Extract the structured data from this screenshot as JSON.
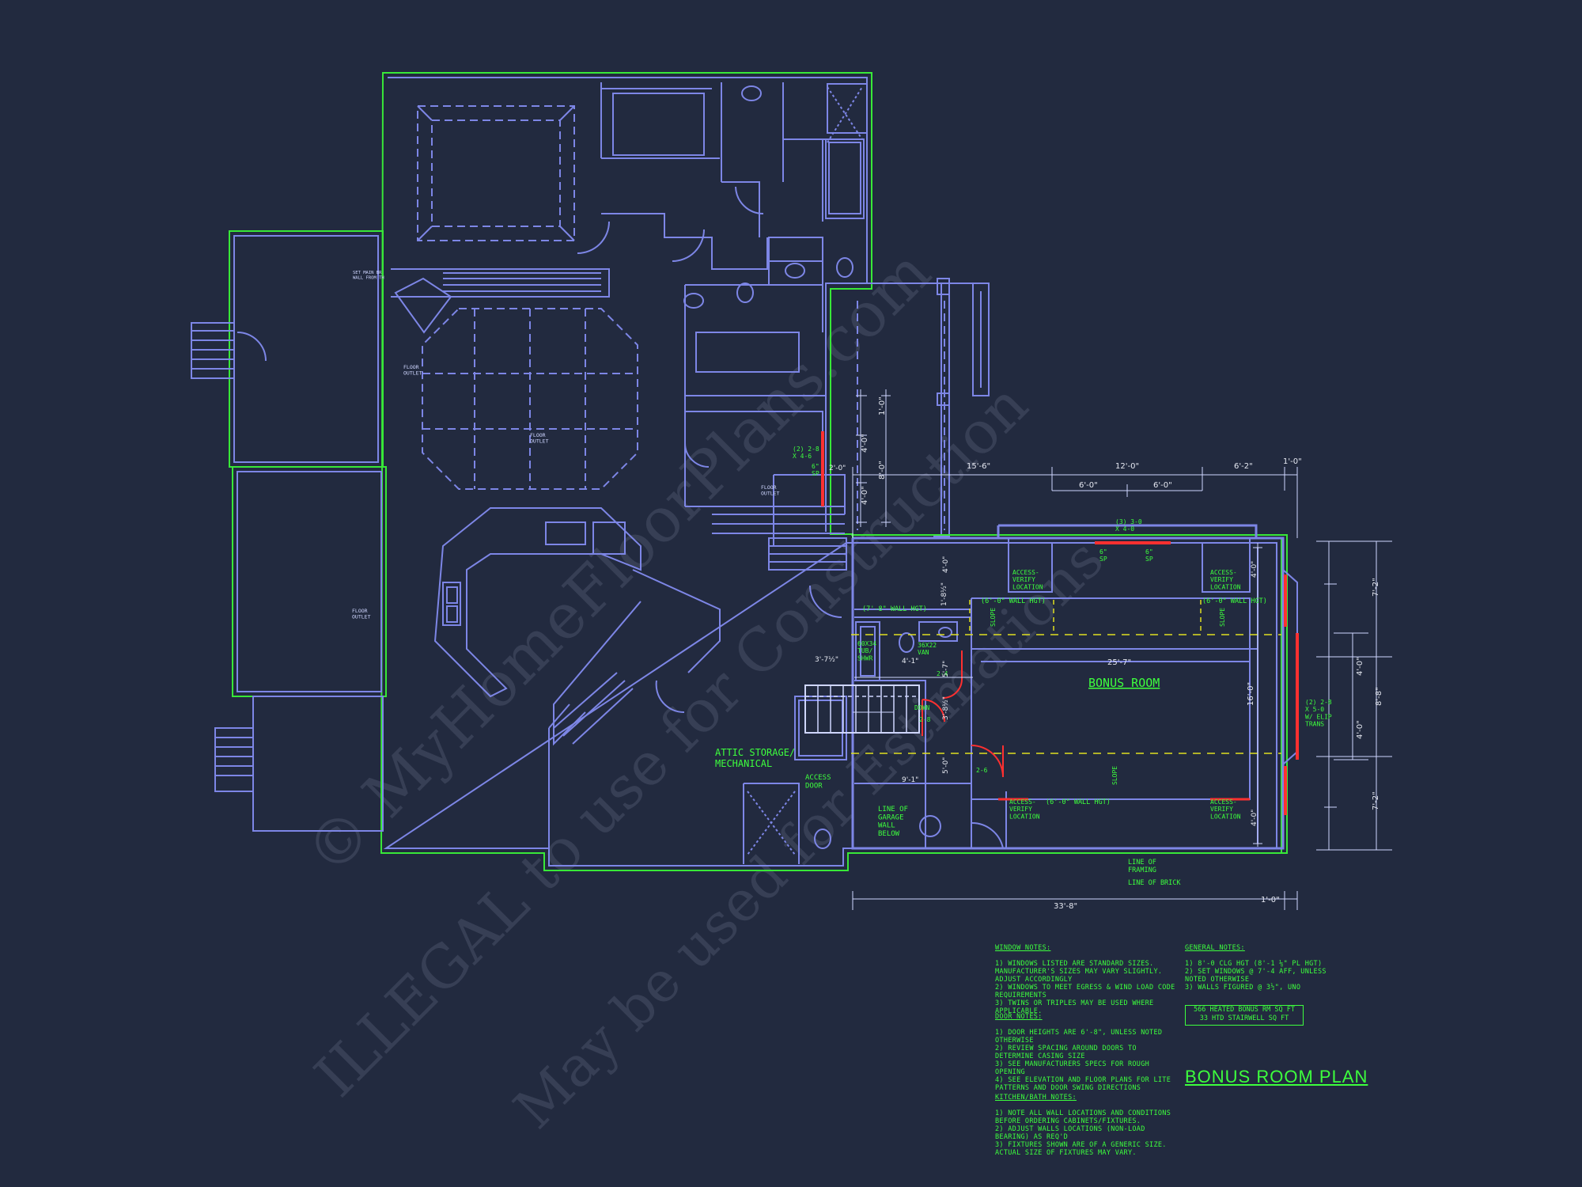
{
  "watermark": {
    "line1": "© MyHomeFloorPlans.com",
    "line2": "ILLEGAL to use for Construction",
    "line3": "May be used for Estimations"
  },
  "colors": {
    "background": "#222a3f",
    "wall": "#7d86e6",
    "exterior_line": "#38e838",
    "label": "#3dff3d",
    "window_highlight": "#ff3030"
  },
  "rooms": {
    "bonus_room": "BONUS ROOM",
    "attic_storage": "ATTIC STORAGE/\nMECHANICAL",
    "access_door": "ACCESS\nDOOR",
    "line_of_garage_wall": "LINE OF\nGARAGE\nWALL\nBELOW",
    "line_of_framing": "LINE OF\nFRAMING",
    "line_of_brick": "LINE OF BRICK",
    "tub_label": "60X34\nTUB/\nSHWR",
    "van_label": "36X22\nVAN",
    "down": "DOWN"
  },
  "floor_outlets": [
    "FLOOR\nOUTLET",
    "FLOOR\nOUTLET",
    "FLOOR\nOUTLET",
    "FLOOR\nOUTLET"
  ],
  "set_mini": "SET MAIN BR\nWALL FROM TH",
  "wall_heights": {
    "upper": "(7'-8\" WALL HGT)",
    "left": "(6'-0\" WALL HGT)",
    "right": "(6'-0\" WALL HGT)",
    "bottom": "(6'-0\" WALL HGT)"
  },
  "access_labels": [
    "ACCESS-\nVERIFY\nLOCATION",
    "ACCESS-\nVERIFY\nLOCATION",
    "ACCESS-\nVERIFY\nLOCATION",
    "ACCESS-\nVERIFY\nLOCATION"
  ],
  "slope": "SLOPE",
  "window_labels": {
    "w1": "(2) 2-8\nX 4-6",
    "w2": "(3) 3-0\nX 4-0",
    "w3": "(2) 2-8\nX 5-0\nW/ ELIP\nTRANS",
    "sp": "6\"\nSP",
    "door_24": "2-4",
    "door_28": "2-8",
    "door_26": "2-6"
  },
  "dimensions": {
    "top": [
      "15'-6\"",
      "12'-0\"",
      "6'-2\"",
      "1'-0\""
    ],
    "sub": [
      "6'-0\"",
      "6'-0\""
    ],
    "vert_left": [
      "1'-0\"",
      "4'-0\"",
      "8'-0\"",
      "4'-0\""
    ],
    "inner": [
      "2'-0\"",
      "4'-0\"",
      "1'-8½\"",
      "3'-7½\"",
      "4'-1\"",
      "5'-7\"",
      "3'-8½\"",
      "9'-1\"",
      "5'-0\"",
      "4'-0\"",
      "4'-0\""
    ],
    "bonus_width": "25'-7\"",
    "bonus_height": "16'-0\"",
    "right": [
      "7'-2\"",
      "4'-0\"",
      "8'-8\"",
      "4'-0\"",
      "7'-2\""
    ],
    "bottom": [
      "33'-8\"",
      "1'-0\""
    ]
  },
  "notes": {
    "window_title": "WINDOW NOTES:",
    "window": "1) WINDOWS LISTED ARE STANDARD SIZES. MANUFACTURER'S SIZES MAY VARY SLIGHTLY. ADJUST ACCORDINGLY\n2) WINDOWS TO MEET EGRESS & WIND LOAD CODE REQUIREMENTS\n3) TWINS OR TRIPLES MAY BE USED WHERE APPLICABLE.",
    "door_title": "DOOR NOTES:",
    "door": "1) DOOR HEIGHTS ARE 6'-8\", UNLESS NOTED OTHERWISE\n2) REVIEW SPACING AROUND DOORS TO DETERMINE CASING SIZE\n3) SEE MANUFACTURERS SPECS FOR ROUGH OPENING\n4) SEE ELEVATION AND FLOOR PLANS FOR LITE PATTERNS AND DOOR SWING DIRECTIONS",
    "kitchen_title": "KITCHEN/BATH NOTES:",
    "kitchen": "1) NOTE ALL WALL LOCATIONS AND CONDITIONS BEFORE ORDERING CABINETS/FIXTURES.\n2) ADJUST WALLS LOCATIONS (NON-LOAD BEARING) AS REQ'D\n3) FIXTURES SHOWN ARE OF A GENERIC SIZE. ACTUAL SIZE OF FIXTURES MAY VARY.",
    "general_title": "GENERAL NOTES:",
    "general": "1) 8'-0 CLG HGT (8'-1 ⅛\" PL HGT)\n2) SET WINDOWS @ 7'-4 AFF, UNLESS NOTED OTHERWISE\n3) WALLS FIGURED @ 3½\", UNO"
  },
  "area": {
    "line1": "566 HEATED BONUS RM SQ FT",
    "line2": "33 HTD STAIRWELL SQ FT"
  },
  "plan_title": "BONUS ROOM PLAN"
}
